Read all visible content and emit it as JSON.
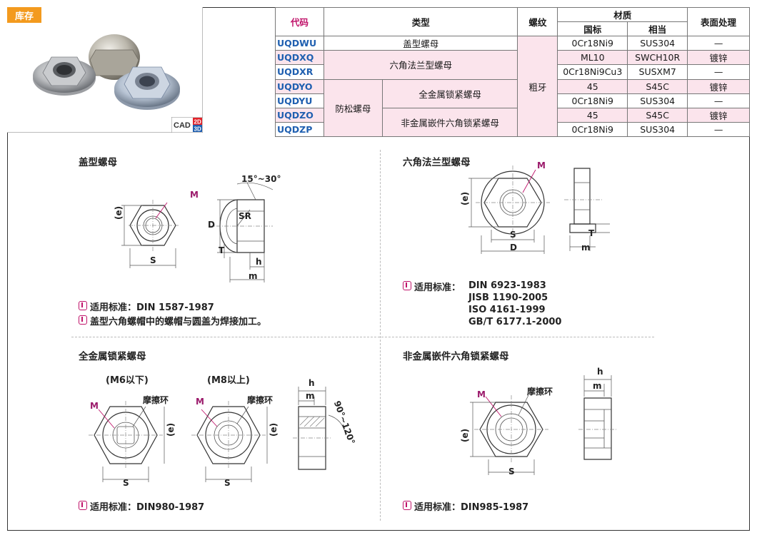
{
  "stock": {
    "tag": "库存",
    "cad_badge": {
      "left": "CAD",
      "top": "2D",
      "bottom": "3D"
    }
  },
  "table": {
    "headers": {
      "code": "代码",
      "type": "类型",
      "thread": "螺纹",
      "material": "材质",
      "material_gb": "国标",
      "material_eq": "相当",
      "surface": "表面处理"
    },
    "thread_value": "粗牙",
    "anti_loose_group": "防松螺母",
    "type_cap": "盖型螺母",
    "type_flange": "六角法兰型螺母",
    "type_all_metal": "全金属锁紧螺母",
    "type_nonmetal": "非金属嵌件六角锁紧螺母",
    "rows": [
      {
        "code": "UQDWU",
        "gb": "0Cr18Ni9",
        "eq": "SUS304",
        "surface": "—"
      },
      {
        "code": "UQDXQ",
        "gb": "ML10",
        "eq": "SWCH10R",
        "surface": "镀锌"
      },
      {
        "code": "UQDXR",
        "gb": "0Cr18Ni9Cu3",
        "eq": "SUSXM7",
        "surface": "—"
      },
      {
        "code": "UQDYO",
        "gb": "45",
        "eq": "S45C",
        "surface": "镀锌"
      },
      {
        "code": "UQDYU",
        "gb": "0Cr18Ni9",
        "eq": "SUS304",
        "surface": "—"
      },
      {
        "code": "UQDZO",
        "gb": "45",
        "eq": "S45C",
        "surface": "镀锌"
      },
      {
        "code": "UQDZP",
        "gb": "0Cr18Ni9",
        "eq": "SUS304",
        "surface": "—"
      }
    ]
  },
  "sections": {
    "cap_nut": {
      "title": "盖型螺母",
      "notes": [
        "适用标准：DIN  1587-1987",
        "盖型六角螺帽中的螺帽与圆盖为焊接加工。"
      ],
      "labels": {
        "m": "M",
        "e": "(e)",
        "s": "S",
        "d": "D",
        "t": "T",
        "h": "h",
        "mm": "m",
        "sr": "SR",
        "angle": "15°~30°"
      }
    },
    "flange_nut": {
      "title": "六角法兰型螺母",
      "std_prefix": "适用标准：",
      "standards": [
        "DIN  6923-1983",
        "JISB  1190-2005",
        "ISO  4161-1999",
        "GB/T  6177.1-2000"
      ],
      "labels": {
        "m": "M",
        "e": "(e)",
        "s": "S",
        "d": "D",
        "t": "T",
        "mm": "m"
      }
    },
    "all_metal": {
      "title": "全金属锁紧螺母",
      "sub_small": "(M6以下)",
      "sub_large": "(M8以上)",
      "ring": "摩擦环",
      "note": "适用标准：DIN980-1987",
      "labels": {
        "m": "M",
        "e": "(e)",
        "s": "S",
        "h": "h",
        "mm": "m",
        "angle": "90°~120°"
      }
    },
    "nonmetal": {
      "title": "非金属嵌件六角锁紧螺母",
      "ring": "摩擦环",
      "note": "适用标准：DIN985-1987",
      "labels": {
        "m": "M",
        "e": "(e)",
        "s": "S",
        "h": "h",
        "mm": "m"
      }
    }
  },
  "colors": {
    "accent": "#c0136a",
    "code_blue": "#1f5fb0",
    "stock_orange": "#f39a1e",
    "highlight_pink": "#fbe4ec"
  }
}
